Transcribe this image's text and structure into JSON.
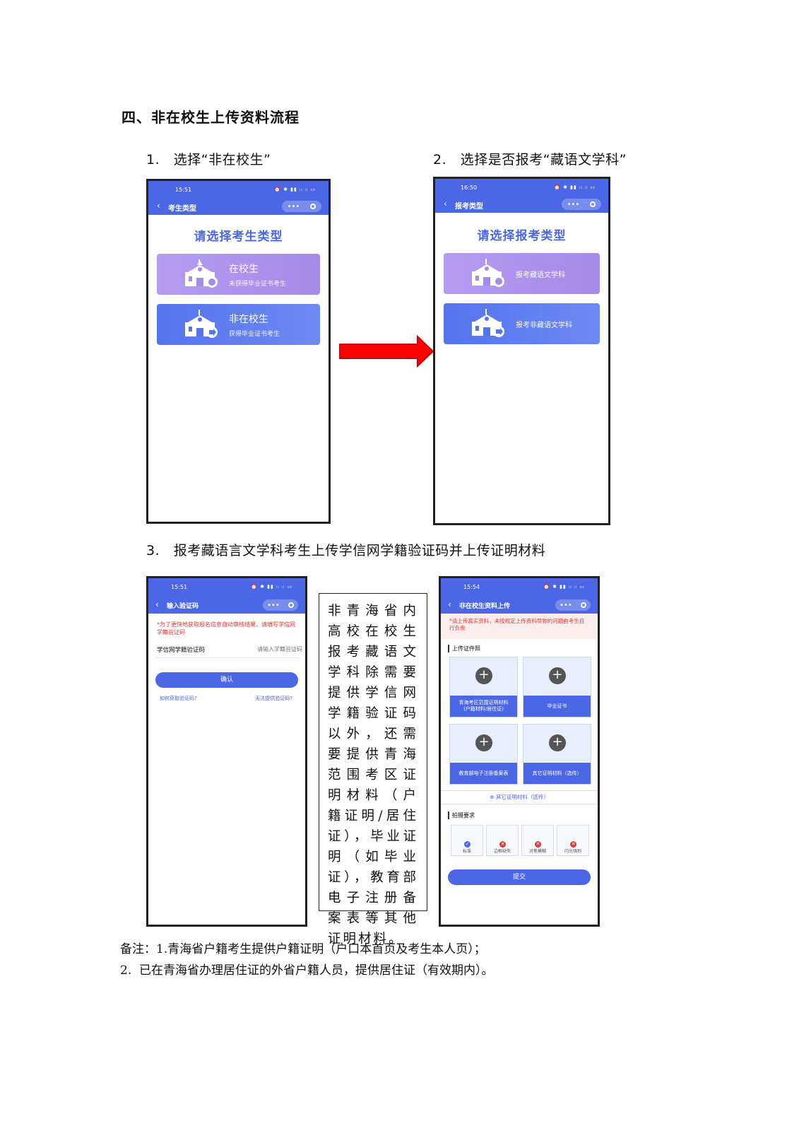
{
  "heading": "四、非在校生上传资料流程",
  "steps": {
    "s1": "1.   选择“非在校生”",
    "s2": "2.   选择是否报考“藏语文学科”",
    "s3": "3.   报考藏语言文学科考生上传学信网学籍验证码并上传证明材料"
  },
  "phone1": {
    "time": "15:51",
    "nav_title": "考生类型",
    "page_title": "请选择考生类型",
    "card1_title": "在校生",
    "card1_sub": "未获得毕业证书考生",
    "card2_title": "非在校生",
    "card2_sub": "获得毕业证书考生"
  },
  "phone2": {
    "time": "16:50",
    "nav_title": "报考类型",
    "page_title": "请选择报考类型",
    "card1": "报考藏语文学科",
    "card2": "报考非藏语文学科"
  },
  "phone3": {
    "time": "15:51",
    "nav_title": "输入验证码",
    "notice": "*为了更快地获取报名信息自动审核结果，请填写学信网学籍验证码",
    "field_label": "学信网学籍验证码",
    "field_placeholder": "请输入学籍验证码",
    "confirm": "确认",
    "link_left": "如何获取验证码?",
    "link_right": "无法提供验证码?"
  },
  "explain_text": "非青海省内高校在校生报考藏语文学科除需要提供学信网学籍验证码以外，还需要提供青海范围考区证明材料（户籍证明/居住证），毕业证明（如毕业证），教育部电子注册备案表等其他证明材料。",
  "phone4": {
    "time": "15:54",
    "nav_title": "非在校生资料上传",
    "notice": "*请上传真实资料，未按规定上传资料导致的问题由考生自行负责",
    "section_upload": "上传证件照",
    "cells": [
      "青海考区范围证明材料\n(户籍材料/居住证)",
      "毕业证书",
      "教育部电子注册备案表",
      "其它证明材料（选传）"
    ],
    "other": "⊕ 其它证明材料（选传）",
    "section_req": "拍摄要求",
    "reqs": [
      "标准",
      "边框缺失",
      "对焦模糊",
      "闪光强烈"
    ],
    "submit": "提交"
  },
  "notes": {
    "line1": "备注：1.青海省户籍考生提供户籍证明（户口本首页及考生本人页）；",
    "line2": "2.  已在青海省办理居住证的外省户籍人员，提供居住证（有效期内）。"
  },
  "colors": {
    "brand_blue": "#4b67e6",
    "lavender": "#a58ae8",
    "arrow_red": "#ff0000"
  }
}
